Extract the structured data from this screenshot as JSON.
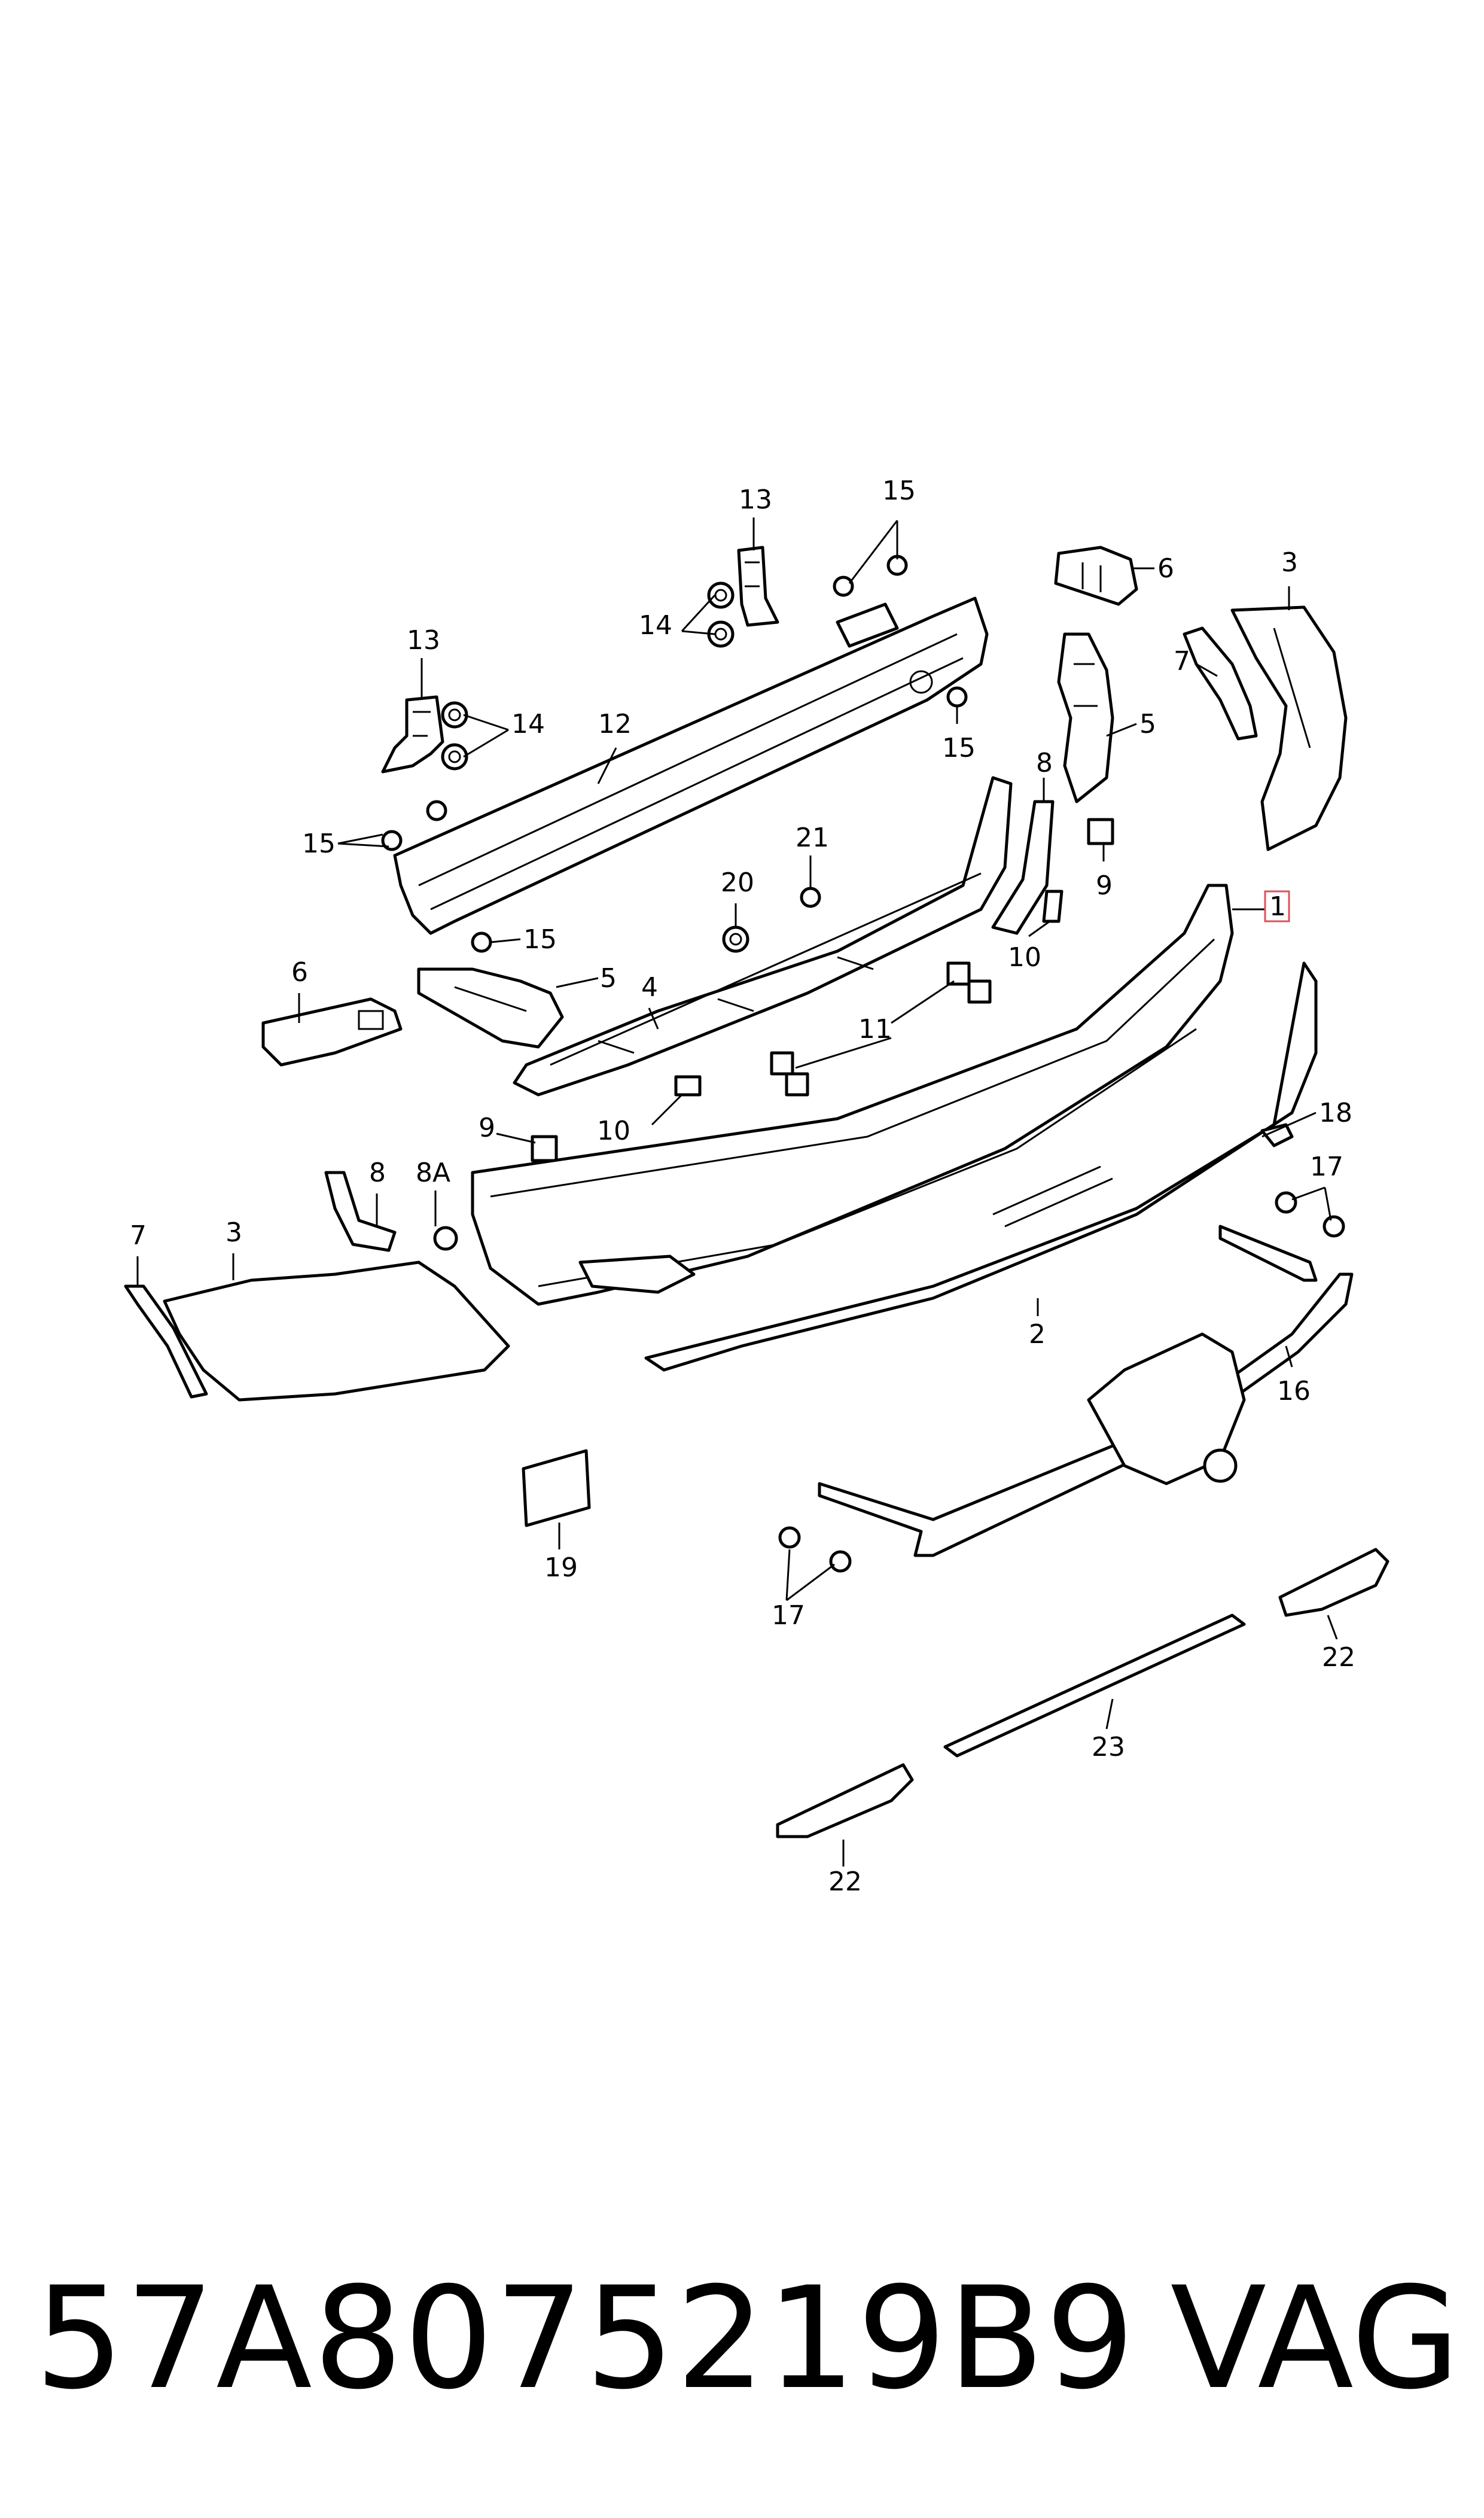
{
  "diagram": {
    "callouts": [
      {
        "id": "c1",
        "text": "1",
        "highlighted": true
      },
      {
        "id": "c2",
        "text": "2"
      },
      {
        "id": "c3a",
        "text": "3"
      },
      {
        "id": "c3b",
        "text": "3"
      },
      {
        "id": "c4",
        "text": "4"
      },
      {
        "id": "c5a",
        "text": "5"
      },
      {
        "id": "c5b",
        "text": "5"
      },
      {
        "id": "c6a",
        "text": "6"
      },
      {
        "id": "c6b",
        "text": "6"
      },
      {
        "id": "c7a",
        "text": "7"
      },
      {
        "id": "c7b",
        "text": "7"
      },
      {
        "id": "c8a",
        "text": "8"
      },
      {
        "id": "c8b",
        "text": "8"
      },
      {
        "id": "c8A",
        "text": "8A"
      },
      {
        "id": "c9a",
        "text": "9"
      },
      {
        "id": "c9b",
        "text": "9"
      },
      {
        "id": "c10a",
        "text": "10"
      },
      {
        "id": "c10b",
        "text": "10"
      },
      {
        "id": "c11",
        "text": "11"
      },
      {
        "id": "c12",
        "text": "12"
      },
      {
        "id": "c13a",
        "text": "13"
      },
      {
        "id": "c13b",
        "text": "13"
      },
      {
        "id": "c14a",
        "text": "14"
      },
      {
        "id": "c14b",
        "text": "14"
      },
      {
        "id": "c15a",
        "text": "15"
      },
      {
        "id": "c15b",
        "text": "15"
      },
      {
        "id": "c15c",
        "text": "15"
      },
      {
        "id": "c15d",
        "text": "15"
      },
      {
        "id": "c16",
        "text": "16"
      },
      {
        "id": "c17a",
        "text": "17"
      },
      {
        "id": "c17b",
        "text": "17"
      },
      {
        "id": "c18",
        "text": "18"
      },
      {
        "id": "c19",
        "text": "19"
      },
      {
        "id": "c20",
        "text": "20"
      },
      {
        "id": "c21",
        "text": "21"
      },
      {
        "id": "c22a",
        "text": "22"
      },
      {
        "id": "c22b",
        "text": "22"
      },
      {
        "id": "c23",
        "text": "23"
      }
    ],
    "highlight_color": "#e0505a"
  },
  "footer": {
    "part_number": "57A8075219B9",
    "brand": "VAG"
  }
}
